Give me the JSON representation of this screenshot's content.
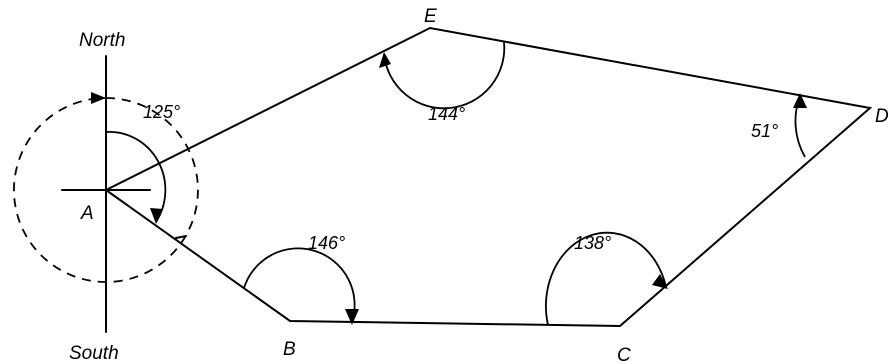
{
  "compass": {
    "north": "North",
    "south": "South"
  },
  "vertices": {
    "A": "A",
    "B": "B",
    "C": "C",
    "D": "D",
    "E": "E"
  },
  "angles": {
    "bearing_A": "125°",
    "angle_B": "146°",
    "angle_C": "138°",
    "angle_D": "51°",
    "angle_E": "144°"
  }
}
